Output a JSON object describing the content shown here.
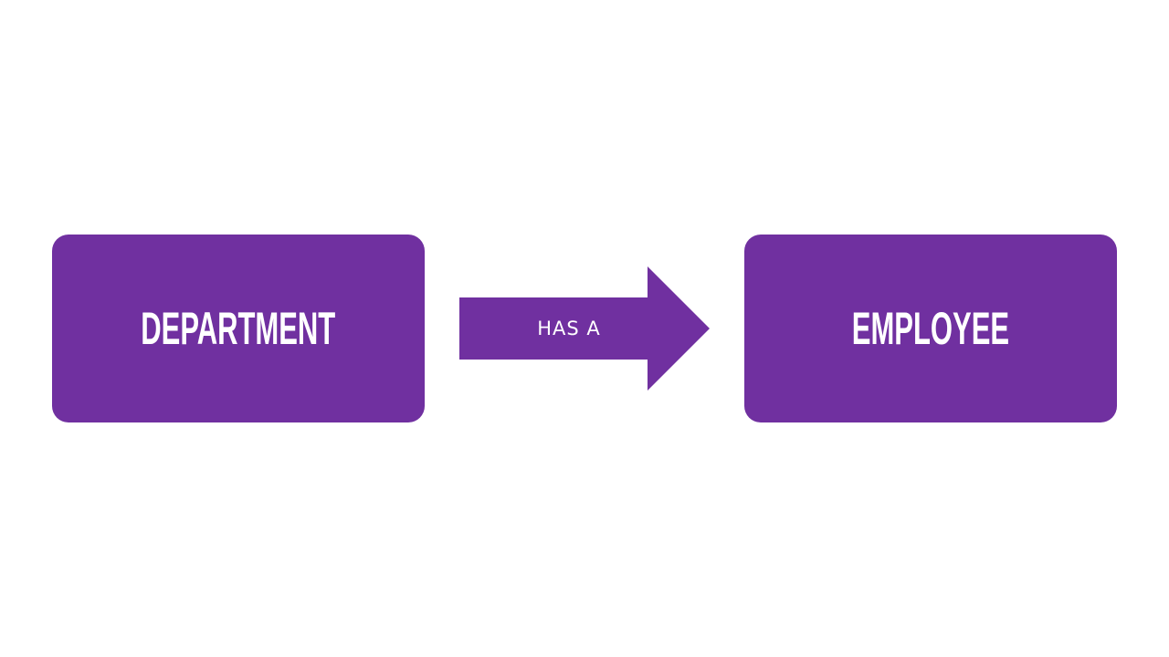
{
  "colors": {
    "node_fill": "#7030A0",
    "arrow_fill": "#7030A0",
    "text": "#FFFFFF",
    "background": "#FFFFFF"
  },
  "diagram": {
    "source": {
      "label": "DEPARTMENT"
    },
    "relation": {
      "label": "HAS A",
      "icon": "right-arrow-icon"
    },
    "target": {
      "label": "EMPLOYEE"
    }
  }
}
